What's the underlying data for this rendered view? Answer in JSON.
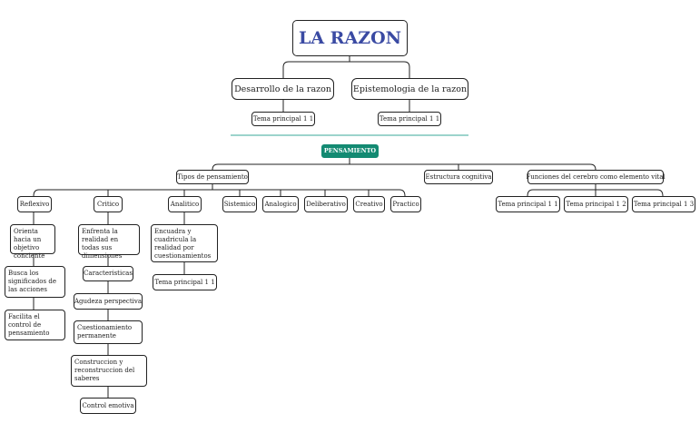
{
  "root": {
    "title": "LA RAZON"
  },
  "level1": {
    "desarrollo": "Desarrollo de la razon",
    "epistemologia": "Epistemologia de la razon",
    "desarrollo_child": "Tema principal 1 1",
    "epistemologia_child": "Tema principal 1 1"
  },
  "pensamiento": {
    "label": "PENSAMIENTO",
    "accent_color": "#138a72",
    "divider_color": "#3aa89a"
  },
  "branches": {
    "tipos": "Tipos de pensamiento",
    "estructura": "Estructura cognitiva",
    "funciones": "Funciones del cerebro como elemento vital"
  },
  "tipos": {
    "reflexivo": "Reflexivo",
    "critico": "Critico",
    "analitico": "Analitico",
    "sistemico": "Sistemico",
    "analogico": "Analogico",
    "deliberativo": "Deliberativo",
    "creativo": "Creativo",
    "practico": "Practico"
  },
  "reflexivo_items": [
    "Orienta hacia un objetivo conciente",
    "Busca los significados de las acciones",
    "Facilita el control de pensamiento"
  ],
  "critico_items": [
    "Enfrenta la realidad en todas sus dimensiones",
    "Caracteristicas",
    "Agudeza perspectiva",
    "Cuestionamiento permanente",
    "Construccion y reconstruccion del saberes",
    "Control emotiva"
  ],
  "analitico_items": [
    "Encuadra y cuadricula la realidad por cuestionamientos",
    "Tema principal 1 1"
  ],
  "funciones_items": [
    "Tema principal 1 1",
    "Tema principal 1 2",
    "Tema principal 1 3"
  ]
}
